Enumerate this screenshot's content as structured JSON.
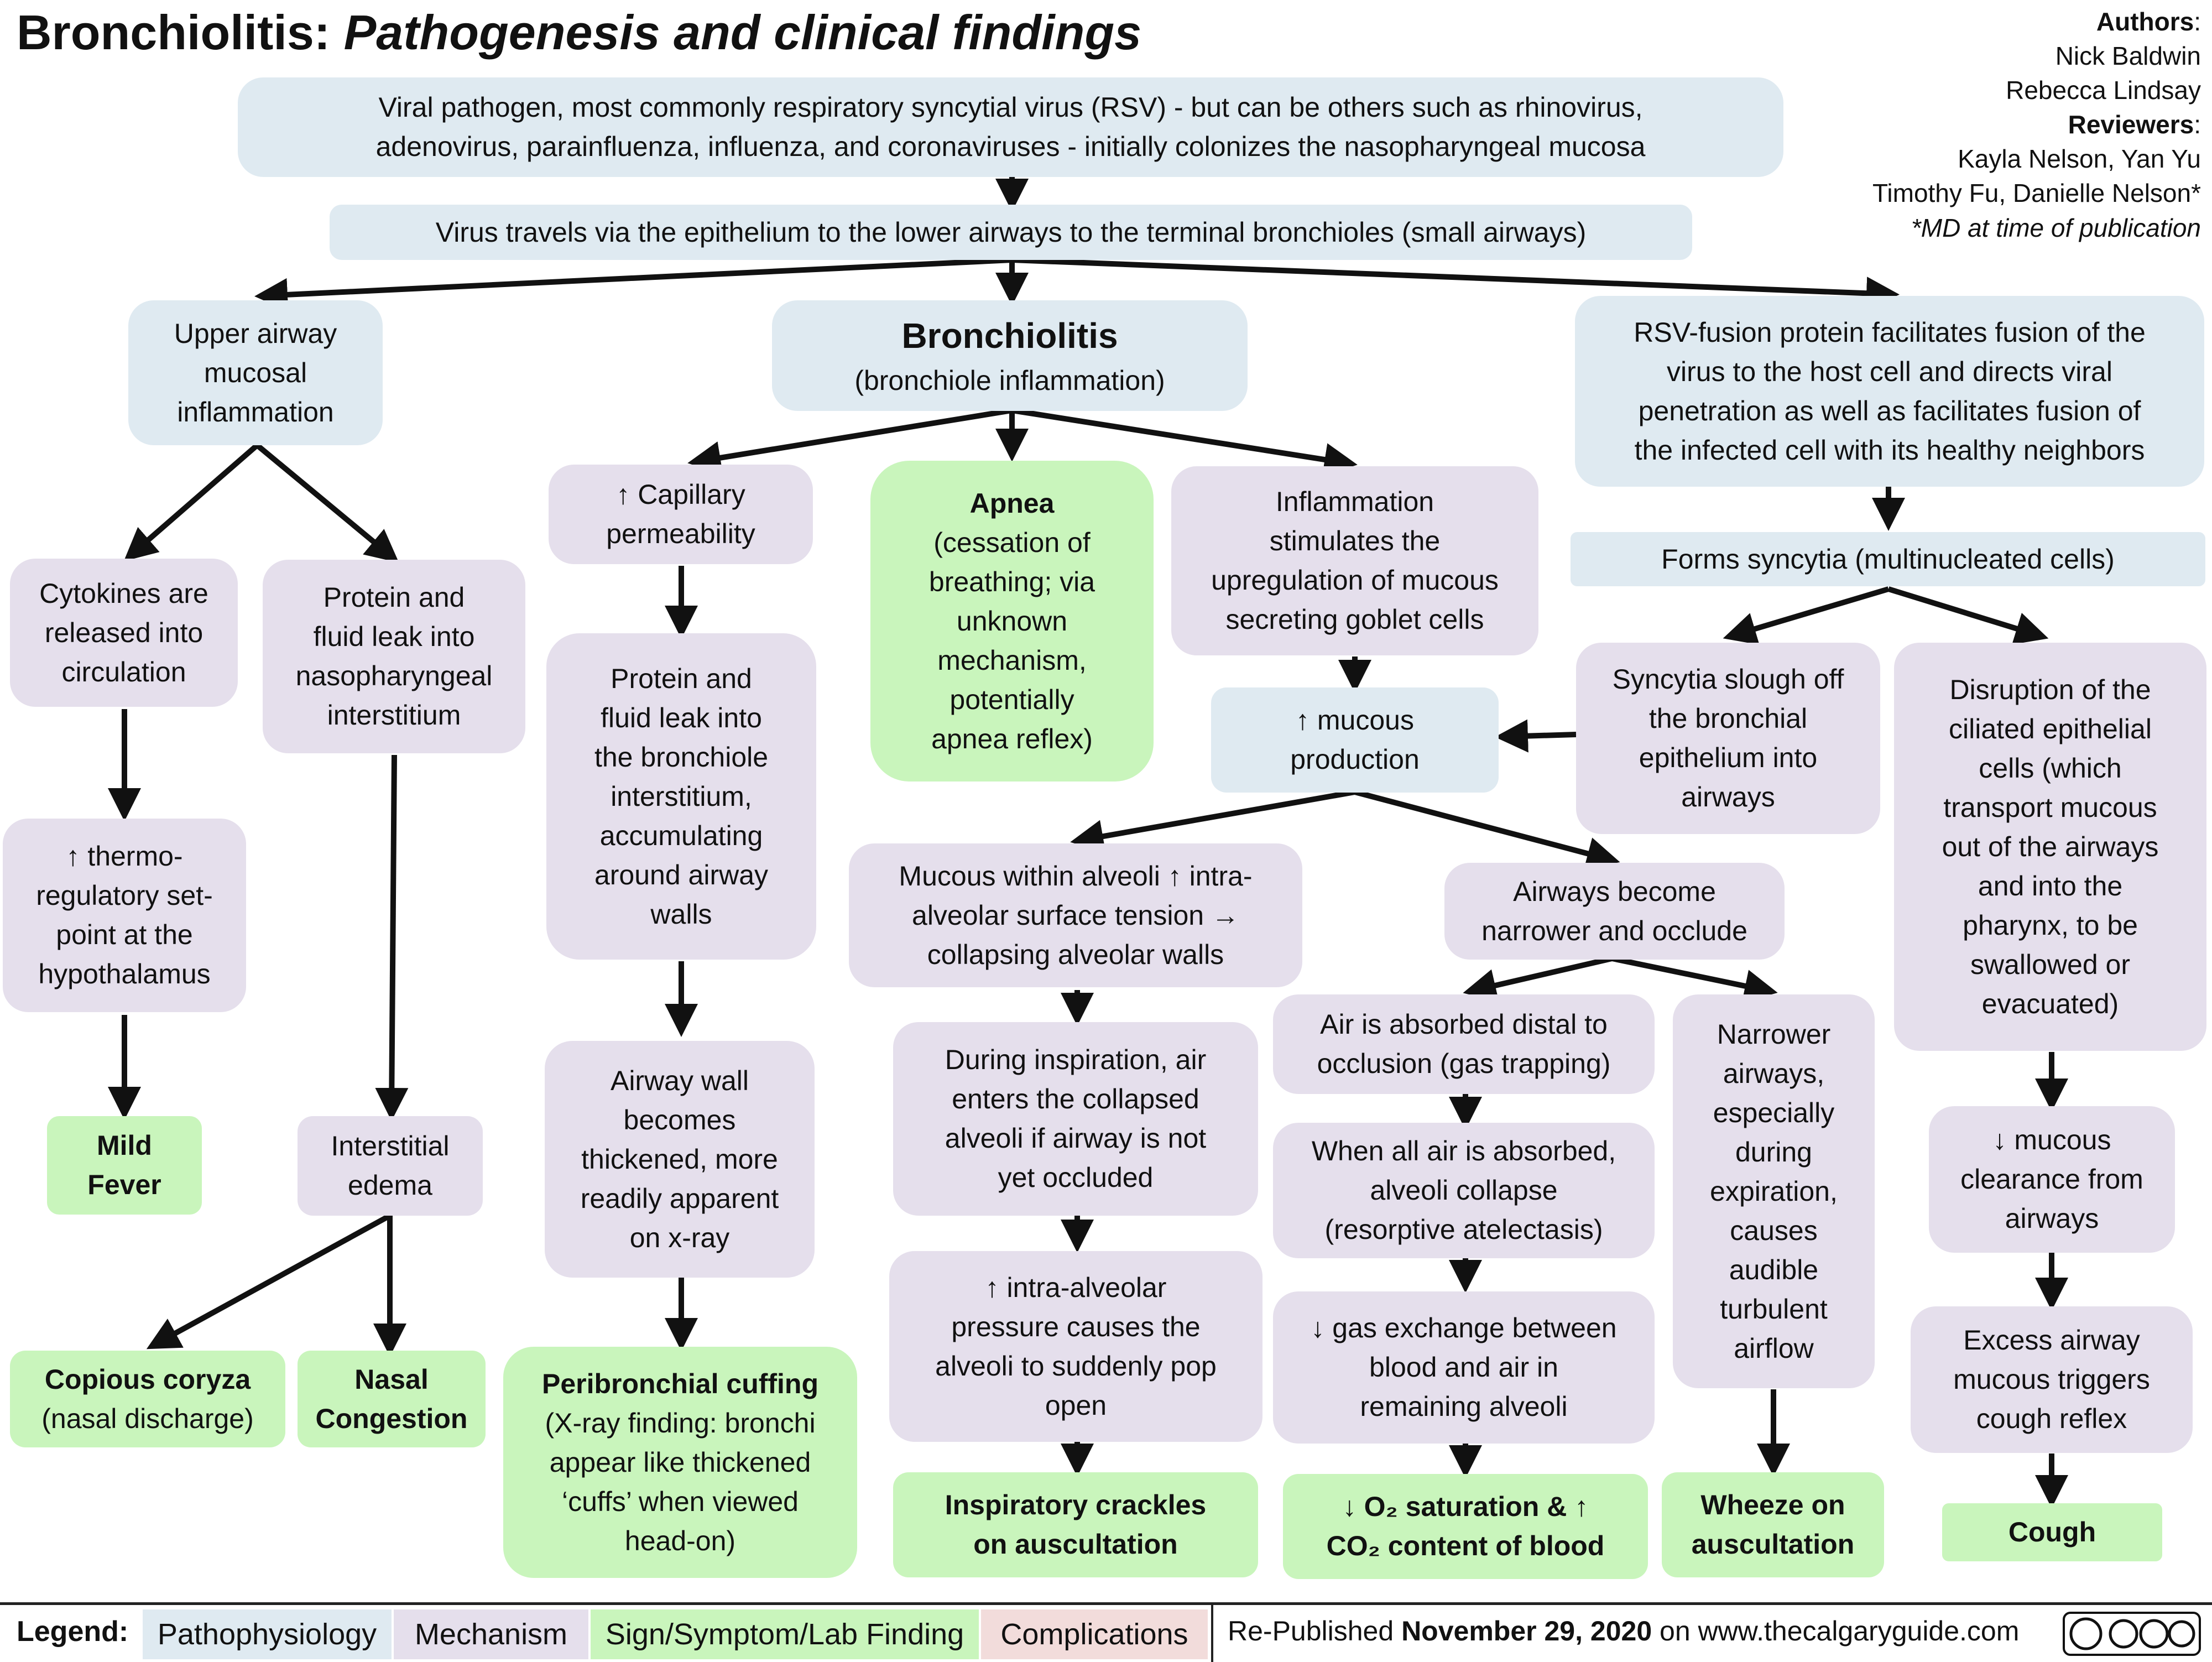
{
  "title": {
    "main": "Bronchiolitis:",
    "italic": "Pathogenesis and clinical findings"
  },
  "authors": {
    "authors_label": "Authors",
    "authors": [
      "Nick Baldwin",
      "Rebecca Lindsay"
    ],
    "reviewers_label": "Reviewers",
    "reviewers": [
      "Kayla Nelson, Yan Yu",
      "Timothy Fu, Danielle Nelson*"
    ],
    "note": "*MD at time of publication"
  },
  "boxes": {
    "pathogen": [
      "Viral pathogen, most commonly respiratory syncytial virus (RSV) - but can be others such as rhinovirus,",
      "adenovirus, parainfluenza, influenza, and coronaviruses - initially colonizes the nasopharyngeal mucosa"
    ],
    "travel": [
      "Virus travels via the epithelium to the lower airways to the terminal bronchioles (small airways)"
    ],
    "upper": [
      "Upper airway",
      "mucosal",
      "inflammation"
    ],
    "bronch_title": "Bronchiolitis",
    "bronch_sub": "(bronchiole inflammation)",
    "rsv": [
      "RSV-fusion protein facilitates fusion of the",
      "virus to the host cell and directs viral",
      "penetration as well as facilitates fusion of",
      "the infected cell with its healthy neighbors"
    ],
    "cytokines": [
      "Cytokines are",
      "released into",
      "circulation"
    ],
    "protein_naso": [
      "Protein and",
      "fluid leak into",
      "nasopharyngeal",
      "interstitium"
    ],
    "capillary": [
      "↑ Capillary",
      "permeability"
    ],
    "apnea_title": "Apnea",
    "apnea": [
      "(cessation of",
      "breathing; via",
      "unknown",
      "mechanism,",
      "potentially",
      "apnea reflex)"
    ],
    "inflammation": [
      "Inflammation",
      "stimulates the",
      "upregulation of mucous",
      "secreting goblet cells"
    ],
    "syncytia": [
      "Forms syncytia (multinucleated cells)"
    ],
    "slough": [
      "Syncytia slough off",
      "the bronchial",
      "epithelium into",
      "airways"
    ],
    "disruption": [
      "Disruption of the",
      "ciliated epithelial",
      "cells (which",
      "transport mucous",
      "out of the airways",
      "and into the",
      "pharynx, to be",
      "swallowed or",
      "evacuated)"
    ],
    "mucous_prod": [
      "↑ mucous",
      "production"
    ],
    "protein_bronch": [
      "Protein and",
      "fluid leak into",
      "the bronchiole",
      "interstitium,",
      "accumulating",
      "around airway",
      "walls"
    ],
    "thermo": [
      "↑ thermo-",
      "regulatory set-",
      "point at the",
      "hypothalamus"
    ],
    "mucous_alveoli": [
      "Mucous within alveoli ↑ intra-",
      "alveolar surface tension →",
      "collapsing alveolar walls"
    ],
    "narrower": [
      "Airways become",
      "narrower and occlude"
    ],
    "absorbed": [
      "Air is absorbed distal to",
      "occlusion (gas trapping)"
    ],
    "narrow_exp": [
      "Narrower",
      "airways,",
      "especially",
      "during",
      "expiration,",
      "causes",
      "audible",
      "turbulent",
      "airflow"
    ],
    "inspiration": [
      "During inspiration, air",
      "enters the collapsed",
      "alveoli if airway is not",
      "yet occluded"
    ],
    "airway_wall": [
      "Airway wall",
      "becomes",
      "thickened, more",
      "readily apparent",
      "on x-ray"
    ],
    "collapse": [
      "When all air is absorbed,",
      "alveoli collapse",
      "(resorptive atelectasis)"
    ],
    "mucous_clear": [
      "↓ mucous",
      "clearance from",
      "airways"
    ],
    "fever": [
      "Mild",
      "Fever"
    ],
    "edema": [
      "Interstitial",
      "edema"
    ],
    "pop": [
      "↑ intra-alveolar",
      "pressure causes the",
      "alveoli to suddenly pop",
      "open"
    ],
    "gas": [
      "↓ gas exchange between",
      "blood and air in",
      "remaining alveoli"
    ],
    "cough_reflex": [
      "Excess airway",
      "mucous triggers",
      "cough reflex"
    ],
    "coryza_title": "Copious coryza",
    "coryza_sub": "(nasal discharge)",
    "congestion": [
      "Nasal",
      "Congestion"
    ],
    "cuffing_title": "Peribronchial cuffing",
    "cuffing": [
      "(X-ray finding: bronchi",
      "appear like thickened",
      "‘cuffs’ when viewed",
      "head-on)"
    ],
    "crackles": [
      "Inspiratory crackles",
      "on auscultation"
    ],
    "o2_line1": "↓ O₂ saturation & ↑",
    "o2_line2": "CO₂ content of blood",
    "wheeze": [
      "Wheeze on",
      "auscultation"
    ],
    "cough": [
      "Cough"
    ]
  },
  "legend": {
    "label": "Legend:",
    "pathophysiology": "Pathophysiology",
    "mechanism": "Mechanism",
    "sign": "Sign/Symptom/Lab Finding",
    "complications": "Complications"
  },
  "footer": {
    "prefix": "Re-Published",
    "date": "November 29, 2020",
    "suffix": "on www.thecalgaryguide.com"
  },
  "colors": {
    "pathophysiology": "#dfeaf1",
    "mechanism": "#e5dfec",
    "sign": "#c9f5bc",
    "complications": "#f2dcdb",
    "arrow": "#111111"
  }
}
